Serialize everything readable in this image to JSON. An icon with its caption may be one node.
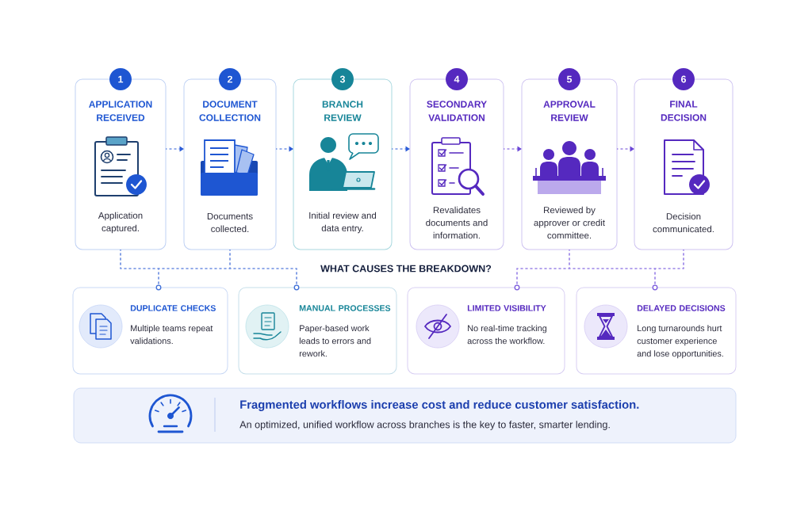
{
  "diagram": {
    "nodes": [
      {
        "text": [
          "1"
        ]
      },
      {
        "text": [
          "2"
        ]
      },
      {
        "text": [
          "3"
        ]
      },
      {
        "text": [
          "4"
        ]
      },
      {
        "text": [
          "5"
        ]
      },
      {
        "text": [
          "6"
        ]
      },
      {
        "text": [
          "APPLICATION RECEIVED",
          "Application captured."
        ]
      },
      {
        "text": [
          "DOCUMENT COLLECTION",
          "Documents collected."
        ]
      },
      {
        "text": [
          "BRANCH REVIEW",
          "Initial review and data entry."
        ]
      },
      {
        "text": [
          "SECONDARY VALIDATION",
          "Revalidates documents and information."
        ]
      },
      {
        "text": [
          "APPROVAL REVIEW",
          "Reviewed by approver or credit committee."
        ]
      },
      {
        "text": [
          "FINAL DECISION",
          "Decision communicated."
        ]
      },
      {
        "text": [],
        "shape": "circle"
      },
      {
        "text": [],
        "shape": "circle"
      },
      {
        "text": [],
        "shape": "circle"
      },
      {
        "text": [],
        "shape": "circle"
      },
      {
        "text": [
          "DUPLICATE CHECKS",
          "Multiple teams repeat validations."
        ]
      },
      {
        "text": [
          "MANUAL PROCESSES",
          "Paper-based work leads to errors and rework."
        ]
      },
      {
        "text": [
          "LIMITED VISIBILITY",
          "No real-time tracking across the workflow."
        ]
      },
      {
        "text": [
          "DELAYED DECISIONS",
          "Long turnarounds hurt customer experience and lose opportunities."
        ]
      },
      {
        "text": [
          "Fragmented workflows increase cost and reduce customer satisfaction.",
          "An optimized, unified workflow across branches is the key to faster, smarter lending."
        ]
      }
    ],
    "edges": [
      {
        "from": 6,
        "to": 7,
        "arrow": "to",
        "style": "dashed",
        "color": "#2a5bd7"
      },
      {
        "from": 7,
        "to": 8,
        "arrow": "to",
        "style": "dashed",
        "color": "#2a5bd7"
      },
      {
        "from": 8,
        "to": 9,
        "arrow": "to",
        "style": "dashed",
        "color": "#2a5bd7"
      },
      {
        "from": 9,
        "to": 10,
        "arrow": "to",
        "style": "dashed",
        "color": "#6a45d6"
      },
      {
        "from": 10,
        "to": 11,
        "arrow": "to",
        "style": "dashed",
        "color": "#6a45d6"
      },
      {
        "from": 6,
        "to": 12,
        "arrow": "none",
        "style": "dashed",
        "color": "#6f8fe2"
      },
      {
        "from": 6,
        "to": 13,
        "arrow": "none",
        "style": "dashed",
        "color": "#6f8fe2"
      },
      {
        "from": 7,
        "to": 12,
        "arrow": "none",
        "style": "dashed",
        "color": "#6f8fe2"
      },
      {
        "from": 7,
        "to": 13,
        "arrow": "none",
        "style": "dashed",
        "color": "#6f8fe2"
      },
      {
        "from": 10,
        "to": 14,
        "arrow": "none",
        "style": "dashed",
        "color": "#9c86e8"
      },
      {
        "from": 10,
        "to": 15,
        "arrow": "none",
        "style": "dashed",
        "color": "#9c86e8"
      },
      {
        "from": 11,
        "to": 14,
        "arrow": "none",
        "style": "dashed",
        "color": "#9c86e8"
      },
      {
        "from": 11,
        "to": 15,
        "arrow": "none",
        "style": "dashed",
        "color": "#9c86e8"
      }
    ],
    "labels": [
      "WHAT CAUSES THE BREAKDOWN?"
    ]
  }
}
